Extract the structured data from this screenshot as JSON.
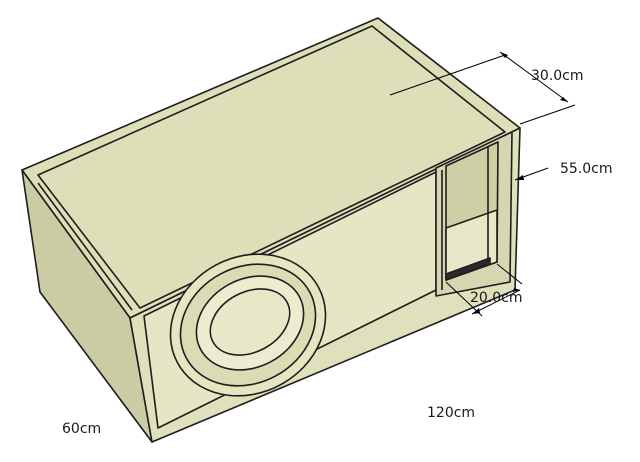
{
  "dimensions": {
    "top_port_width": "30.0cm",
    "height": "55.0cm",
    "port_width": "20.0cm",
    "depth": "60cm",
    "length": "120cm"
  },
  "colors": {
    "panel": "#dcdcb6",
    "panel_light": "#e9e9c8",
    "panel_shade": "#c8c8a0",
    "edge": "#1e1e1e",
    "dimension_line": "#000000"
  }
}
